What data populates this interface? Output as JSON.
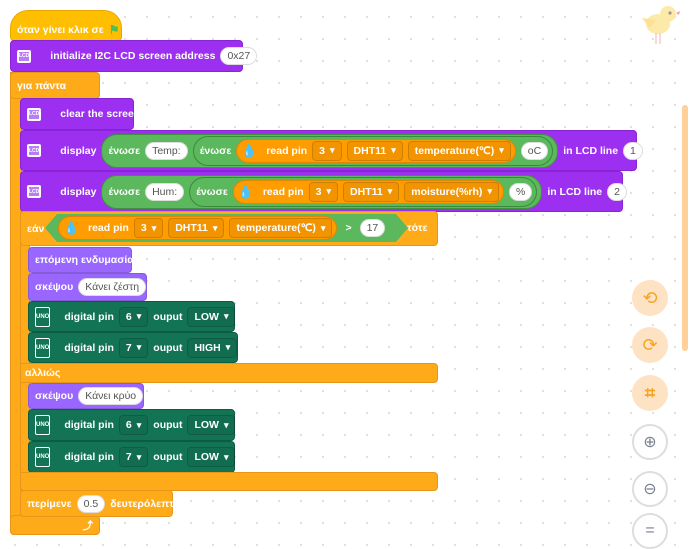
{
  "hat": {
    "label": "όταν γίνει κλικ σε",
    "icon": "green-flag-icon"
  },
  "init_lcd": {
    "label": "initialize I2C LCD screen address",
    "address": "0x27"
  },
  "forever": {
    "label": "για πάντα"
  },
  "clear": {
    "label": "clear the screen"
  },
  "display1": {
    "label": "display",
    "join1": "ένωσε",
    "text1": "Temp:",
    "join2": "ένωσε",
    "read": "read pin",
    "pin": "3",
    "sensor": "DHT11",
    "measure": "temperature(℃)",
    "unit": "oC",
    "line_label": "in LCD line",
    "line": "1"
  },
  "display2": {
    "label": "display",
    "join1": "ένωσε",
    "text1": "Hum:",
    "join2": "ένωσε",
    "read": "read pin",
    "pin": "3",
    "sensor": "DHT11",
    "measure": "moisture(%rh)",
    "unit": "%",
    "line_label": "in LCD line",
    "line": "2"
  },
  "if": {
    "label": "εάν",
    "read": "read pin",
    "pin": "3",
    "sensor": "DHT11",
    "measure": "temperature(℃)",
    "op": ">",
    "value": "17",
    "then": "τότε",
    "else": "αλλιώς"
  },
  "next_costume": {
    "label": "επόμενη ενδυμασία"
  },
  "think1": {
    "label": "σκέψου",
    "text": "Κάνει ζέστη"
  },
  "think2": {
    "label": "σκέψου",
    "text": "Κάνει κρύο"
  },
  "pins": [
    {
      "label": "digital pin",
      "pin": "6",
      "out": "ouput",
      "value": "LOW"
    },
    {
      "label": "digital pin",
      "pin": "7",
      "out": "ouput",
      "value": "HIGH"
    },
    {
      "label": "digital pin",
      "pin": "6",
      "out": "ouput",
      "value": "LOW"
    },
    {
      "label": "digital pin",
      "pin": "7",
      "out": "ouput",
      "value": "LOW"
    }
  ],
  "wait": {
    "label": "περίμενε",
    "value": "0.5",
    "unit": "δευτερόλεπτα"
  },
  "lcd_icon_text": "LCD",
  "uno_icon_text": "UNO",
  "controls": {
    "undo": "undo-icon",
    "redo": "redo-icon",
    "crop": "crop-icon",
    "zoom_in": "zoom-in-icon",
    "zoom_out": "zoom-out-icon",
    "reset": "reset-zoom-icon"
  },
  "colors": {
    "event": "#ffbf00",
    "control": "#ffab19",
    "lcd": "#9d2ff0",
    "looks": "#9966ff",
    "operator": "#5cb85c",
    "sensor": "#ff9c00",
    "arduino": "#137355"
  }
}
